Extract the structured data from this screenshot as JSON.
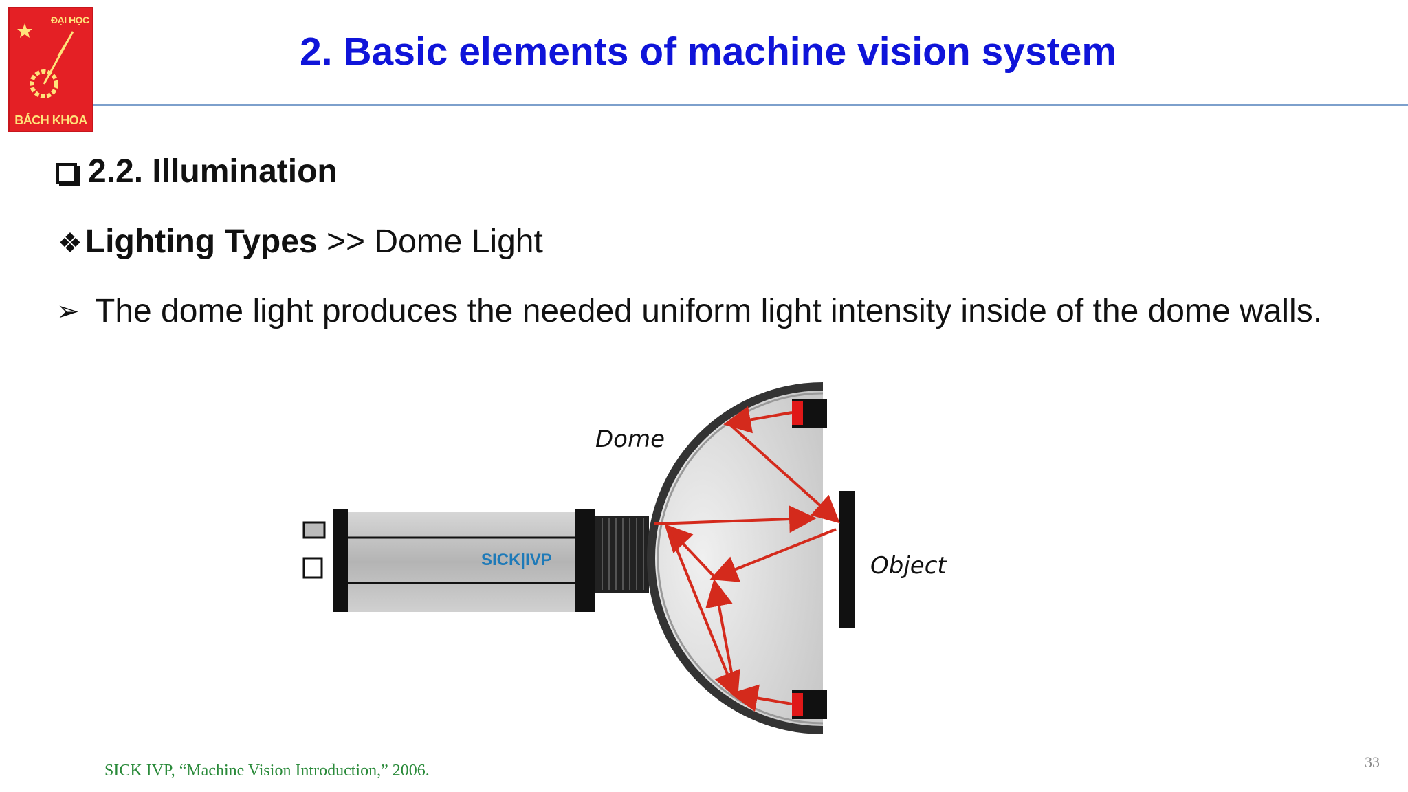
{
  "logo": {
    "top_text": "ĐẠI HỌC",
    "bottom_text": "BÁCH KHOA"
  },
  "slide": {
    "title": "2. Basic elements of machine vision system",
    "page_number": "33"
  },
  "section": {
    "heading": "2.2. Illumination"
  },
  "subheading": {
    "label": "Lighting Types",
    "separator": ">>",
    "value": "Dome Light"
  },
  "bullet": {
    "text": "The dome light produces the needed uniform light intensity inside of the dome walls."
  },
  "diagram": {
    "label_dome": "Dome",
    "label_object": "Object",
    "brand": "SICK|IVP"
  },
  "citation": "SICK IVP, “Machine Vision Introduction,” 2006.",
  "colors": {
    "title": "#0f14d9",
    "rays": "#d42a1c",
    "citation": "#2a8a3a",
    "logo_bg": "#e42025"
  }
}
